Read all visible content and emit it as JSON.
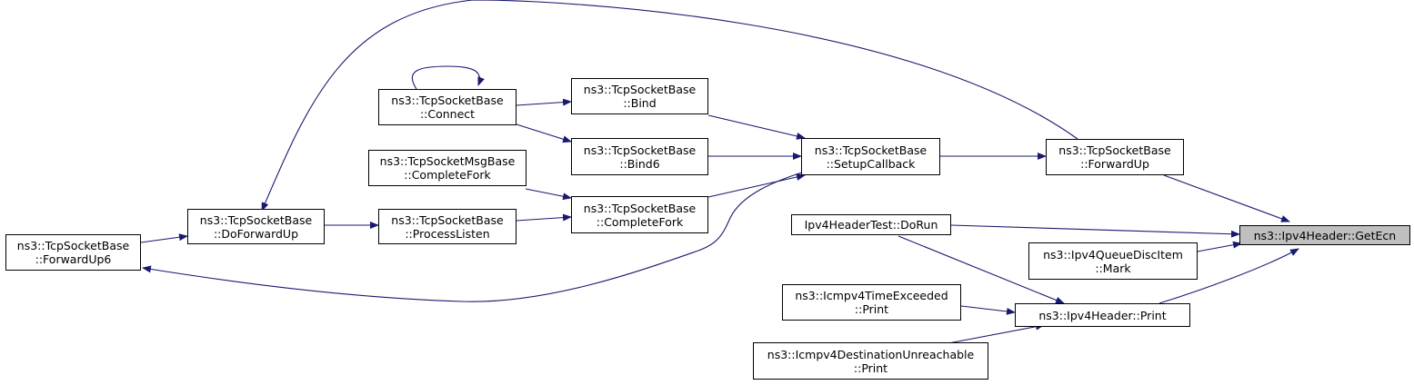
{
  "colors": {
    "edge": "#191970",
    "focus_fill": "#bfbfbf",
    "node_border": "#000000"
  },
  "nodes": {
    "getecn": {
      "line1": "ns3::Ipv4Header::GetEcn"
    },
    "forwardup": {
      "line1": "ns3::TcpSocketBase",
      "line2": "::ForwardUp"
    },
    "dorun": {
      "line1": "Ipv4HeaderTest::DoRun"
    },
    "mark": {
      "line1": "ns3::Ipv4QueueDiscItem",
      "line2": "::Mark"
    },
    "print": {
      "line1": "ns3::Ipv4Header::Print"
    },
    "setupcallback": {
      "line1": "ns3::TcpSocketBase",
      "line2": "::SetupCallback"
    },
    "icmp_time_print": {
      "line1": "ns3::Icmpv4TimeExceeded",
      "line2": "::Print"
    },
    "icmp_dest_print": {
      "line1": "ns3::Icmpv4DestinationUnreachable",
      "line2": "::Print"
    },
    "bind": {
      "line1": "ns3::TcpSocketBase",
      "line2": "::Bind"
    },
    "bind6": {
      "line1": "ns3::TcpSocketBase",
      "line2": "::Bind6"
    },
    "completefork": {
      "line1": "ns3::TcpSocketBase",
      "line2": "::CompleteFork"
    },
    "connect": {
      "line1": "ns3::TcpSocketBase",
      "line2": "::Connect"
    },
    "msg_completefork": {
      "line1": "ns3::TcpSocketMsgBase",
      "line2": "::CompleteFork"
    },
    "processlisten": {
      "line1": "ns3::TcpSocketBase",
      "line2": "::ProcessListen"
    },
    "doforwardup": {
      "line1": "ns3::TcpSocketBase",
      "line2": "::DoForwardUp"
    },
    "forwardup6": {
      "line1": "ns3::TcpSocketBase",
      "line2": "::ForwardUp6"
    }
  }
}
